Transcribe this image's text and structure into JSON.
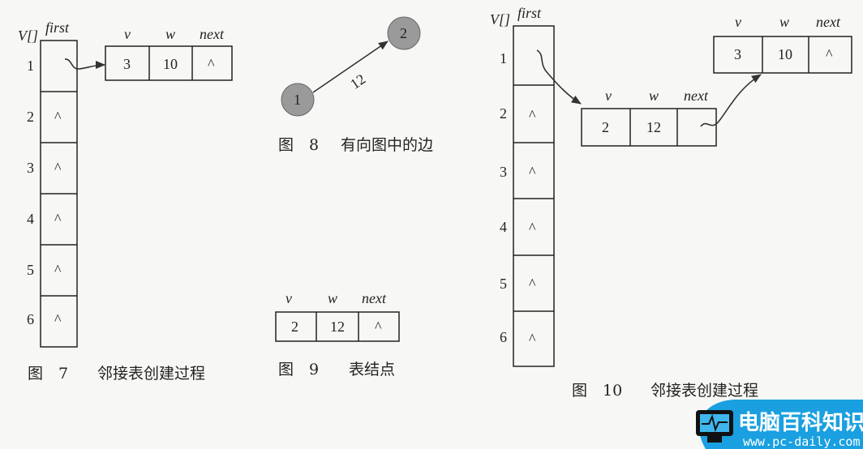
{
  "fig7": {
    "array_label": "V[]",
    "column_header": "first",
    "rows": [
      "1",
      "2",
      "3",
      "4",
      "5",
      "6"
    ],
    "null_symbol": "^",
    "node_headers": [
      "v",
      "w",
      "next"
    ],
    "node": [
      "3",
      "10",
      "^"
    ],
    "caption_num": "图　7",
    "caption_text": "邻接表创建过程"
  },
  "fig8": {
    "nodes": [
      "1",
      "2"
    ],
    "edge_weight": "12",
    "caption_num": "图　8",
    "caption_text": "有向图中的边"
  },
  "fig9": {
    "node_headers": [
      "v",
      "w",
      "next"
    ],
    "node": [
      "2",
      "12",
      "^"
    ],
    "caption_num": "图　9",
    "caption_text": "表结点"
  },
  "fig10": {
    "array_label": "V[]",
    "column_header": "first",
    "rows": [
      "1",
      "2",
      "3",
      "4",
      "5",
      "6"
    ],
    "null_symbol": "^",
    "node_headers": [
      "v",
      "w",
      "next"
    ],
    "node_a": [
      "2",
      "12",
      ""
    ],
    "node_b": [
      "3",
      "10",
      "^"
    ],
    "caption_num": "图　10",
    "caption_text": "邻接表创建过程"
  },
  "watermark": {
    "title": "电脑百科知识",
    "url": "www.pc-daily.com",
    "color": "#1aa0e0"
  }
}
